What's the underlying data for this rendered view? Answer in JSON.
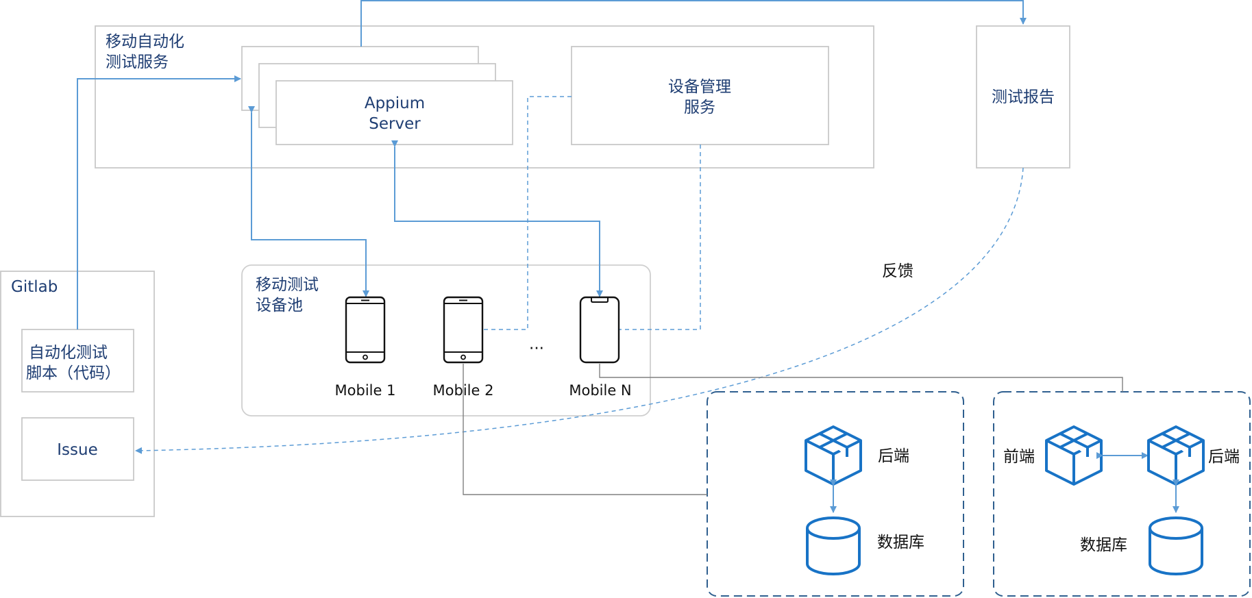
{
  "labels": {
    "mobile_service": [
      "移动自动化",
      "测试服务"
    ],
    "appium": [
      "Appium",
      "Server"
    ],
    "device_mgmt": [
      "设备管理",
      "服务"
    ],
    "test_report": "测试报告",
    "gitlab": "Gitlab",
    "script": [
      "自动化测试",
      "脚本（代码）"
    ],
    "issue": "Issue",
    "feedback": "反馈",
    "device_pool": [
      "移动测试",
      "设备池"
    ],
    "mobiles": [
      "Mobile 1",
      "Mobile 2",
      "Mobile N"
    ],
    "ellipsis": "···",
    "backend_left": "后端",
    "database_left": "数据库",
    "frontend_right": "前端",
    "backend_right": "后端",
    "database_right": "数据库"
  },
  "colors": {
    "connector_blue": "#5b9bd5",
    "icon_blue": "#1873c6",
    "navy_text": "#1f3e73",
    "box_border": "#c8c8c8",
    "dashed_box_border": "#2f5f8f"
  },
  "icons": [
    "phone-icon",
    "package-box-icon",
    "database-icon"
  ]
}
